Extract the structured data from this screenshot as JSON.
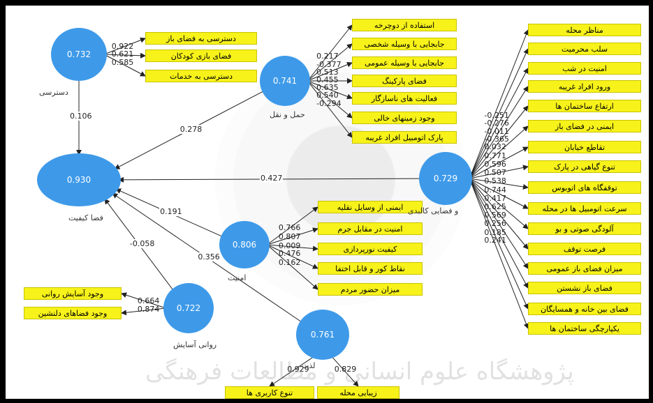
{
  "colors": {
    "latent": "#3e9ae9",
    "indicator": "#f7f21a",
    "arrow": "#222222"
  },
  "latents": [
    {
      "id": "access",
      "value": "0.732",
      "name": "دسترسی"
    },
    {
      "id": "transport",
      "value": "0.741",
      "name": "حمل و نقل"
    },
    {
      "id": "quality",
      "value": "0.930",
      "name": "فضا کیفیت"
    },
    {
      "id": "physical",
      "value": "0.729",
      "name": "و فضایی کالبدی"
    },
    {
      "id": "security",
      "value": "0.806",
      "name": "امنیت"
    },
    {
      "id": "comfort",
      "value": "0.722",
      "name": "روانی آسایش"
    },
    {
      "id": "pleasure",
      "value": "0.761",
      "name": "لذت"
    }
  ],
  "indicators": {
    "access": [
      {
        "label": "دسترسی به فضای باز",
        "loading": "0.922"
      },
      {
        "label": "فضای بازی کودکان",
        "loading": "0.621"
      },
      {
        "label": "دسترسی به خدمات",
        "loading": "0.585"
      }
    ],
    "transport": [
      {
        "label": "استفاده از دوچرخه",
        "loading": "0.217"
      },
      {
        "label": "جابجایی با وسیله شخصی",
        "loading": "-0.377"
      },
      {
        "label": "جابجایی با وسیله عمومی",
        "loading": "0.513"
      },
      {
        "label": "فضای پارکینگ",
        "loading": "0.455"
      },
      {
        "label": "فعالیت های ناسازگار",
        "loading": "0.635"
      },
      {
        "label": "وجود زمینهای خالی",
        "loading": "0.540"
      },
      {
        "label": "پارک اتومبیل افراد غریبه",
        "loading": "-0.294"
      }
    ],
    "physical": [
      {
        "label": "مناظر محله",
        "loading": "-0.251"
      },
      {
        "label": "سلب محرمیت",
        "loading": "-0.276"
      },
      {
        "label": "امنیت در شب",
        "loading": "-0.011"
      },
      {
        "label": "ورود افراد غریبه",
        "loading": "-0.365"
      },
      {
        "label": "ارتفاع ساختمان ها",
        "loading": "0.032"
      },
      {
        "label": "ایمنی در فضای باز",
        "loading": "0.771"
      },
      {
        "label": "تقاطع خیابان",
        "loading": "0.596"
      },
      {
        "label": "تنوع گیاهی در پارک",
        "loading": "0.507"
      },
      {
        "label": "توقفگاه های اتوبوس",
        "loading": "0.538"
      },
      {
        "label": "سرعت اتومبیل ها در محله",
        "loading": "0.744"
      },
      {
        "label": "آلودگی صوتی و بو",
        "loading": "0.417"
      },
      {
        "label": "فرصت توقف",
        "loading": "0.625"
      },
      {
        "label": "میزان فضای باز عمومی",
        "loading": "0.569"
      },
      {
        "label": "فضای باز نشستن",
        "loading": "0.256"
      },
      {
        "label": "فضای بین خانه و همسایگان",
        "loading": "0.185"
      },
      {
        "label": "یکپارچگی ساختمان ها",
        "loading": "0.241"
      }
    ],
    "security": [
      {
        "label": "ایمنی از وسایل نقلیه",
        "loading": "0.766"
      },
      {
        "label": "امنیت در مقابل جرم",
        "loading": "0.807"
      },
      {
        "label": "کیفیت نورپردازی",
        "loading": "0.009"
      },
      {
        "label": "نقاط کور و قابل اختفا",
        "loading": "0.476"
      },
      {
        "label": "میزان حضور مردم",
        "loading": "0.162"
      }
    ],
    "comfort": [
      {
        "label": "وجود آسایش روانی",
        "loading": "0.664"
      },
      {
        "label": "وجود فضاهای دلنشین",
        "loading": "0.874"
      }
    ],
    "pleasure": [
      {
        "label": "تنوع کاربری ها",
        "loading": "0.929"
      },
      {
        "label": "زیبایی محله",
        "loading": "0.829"
      }
    ]
  },
  "paths": [
    {
      "from": "access",
      "to": "quality",
      "coef": "0.106"
    },
    {
      "from": "transport",
      "to": "quality",
      "coef": "0.278"
    },
    {
      "from": "physical",
      "to": "quality",
      "coef": "0.427"
    },
    {
      "from": "security",
      "to": "quality",
      "coef": "0.191"
    },
    {
      "from": "comfort",
      "to": "quality",
      "coef": "-0.058"
    },
    {
      "from": "pleasure",
      "to": "quality",
      "coef": "0.356"
    }
  ]
}
